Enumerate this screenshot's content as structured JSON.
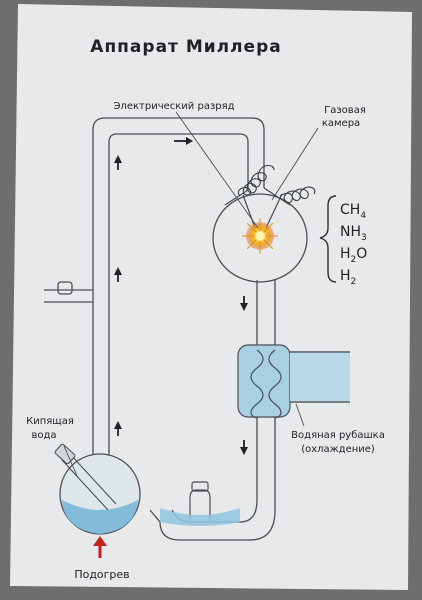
{
  "title": "Аппарат Миллера",
  "labels": {
    "discharge": "Электрический разряд",
    "gas_chamber_line1": "Газовая",
    "gas_chamber_line2": "камера",
    "boiling_water_line1": "Кипящая",
    "boiling_water_line2": "вода",
    "heating": "Подогрев",
    "water_jacket_line1": "Водяная рубашка",
    "water_jacket_line2": "(охлаждение)"
  },
  "gases": [
    {
      "base": "CH",
      "sub": "4"
    },
    {
      "base": "NH",
      "sub": "3"
    },
    {
      "base": "H",
      "sub": "2",
      "tail": "O"
    },
    {
      "base": "H",
      "sub": "2"
    }
  ],
  "colors": {
    "background": "#6e6e6e",
    "paper": "#e7e9ea",
    "tube_line": "#4a4f56",
    "text": "#1e2126",
    "water": "#79b7d8",
    "spark": "#f2b21e",
    "heat_arrow": "#c0221c"
  }
}
